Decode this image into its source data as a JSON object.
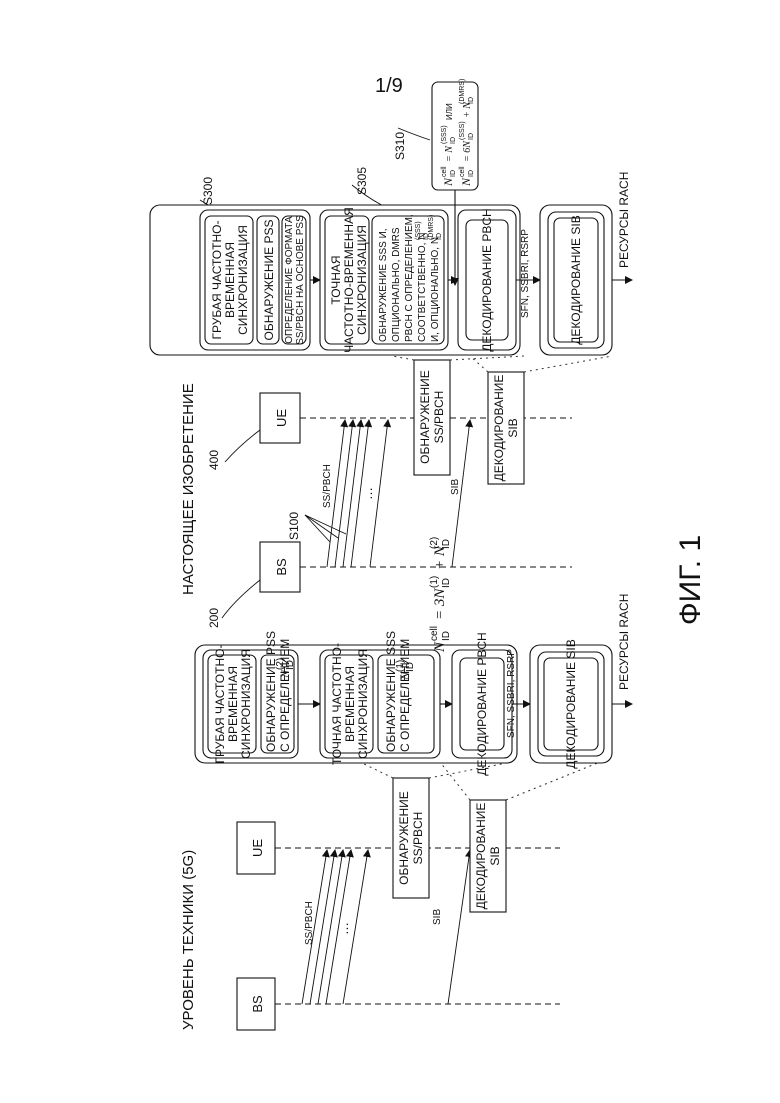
{
  "page_number": "1/9",
  "figure_label": "ФИГ. 1",
  "prior": {
    "title": "УРОВЕНЬ ТЕХНИКИ (5G)",
    "bs": "BS",
    "ue": "UE",
    "ss_pbch": "SS/PBCH",
    "dots": "…",
    "sib": "SIB",
    "detect_label": [
      "ОБНАРУЖЕНИЕ",
      "SS/PBCH"
    ],
    "decode_label": [
      "ДЕКОДИРОВАНИЕ",
      "SIB"
    ],
    "coarse": [
      "ГРУБАЯ ЧАСТОТНО-",
      "ВРЕМЕННАЯ",
      "СИНХРОНИЗАЦИЯ"
    ],
    "pss": [
      "ОБНАРУЖЕНИЕ PSS",
      "С ОПРЕДЕЛЕНИЕМ"
    ],
    "pss_math": "N",
    "pss_sup": "(2)",
    "pss_sub": "ID",
    "fine": [
      "ТОЧНАЯ ЧАСТОТНО-",
      "ВРЕМЕННАЯ",
      "СИНХРОНИЗАЦИЯ"
    ],
    "sss": [
      "ОБНАРУЖЕНИЕ SSS",
      "С ОПРЕДЕЛЕНИЕМ"
    ],
    "sss_math": "N",
    "sss_sup": "(1)",
    "sss_sub": "ID",
    "pbch": "ДЕКОДИРОВАНИЕ PBCH",
    "formula": "N",
    "formula_sup": "cell",
    "formula_sub": "ID",
    "formula_rest": "= 3N",
    "formula_rest_sup": "(1)",
    "formula_rest_sub": "ID",
    "formula_plus": "+ N",
    "formula_plus_sup": "(2)",
    "formula_plus_sub": "ID",
    "sfn": "SFN, SSBRI, RSRP",
    "sib_decode": "ДЕКОДИРОВАНИЕ SIB",
    "rach": "РЕСУРСЫ RACH"
  },
  "present": {
    "title": "НАСТОЯЩЕЕ ИЗОБРЕТЕНИЕ",
    "bs": "BS",
    "bs_ref": "200",
    "ue": "UE",
    "ue_ref": "400",
    "s100": "S100",
    "ss_pbch": "SS/PBCH",
    "dots": "…",
    "sib": "SIB",
    "detect_label": [
      "ОБНАРУЖЕНИЕ",
      "SS/PBCH"
    ],
    "decode_label": [
      "ДЕКОДИРОВАНИЕ",
      "SIB"
    ],
    "s300": "S300",
    "s305": "S305",
    "s310": "S310",
    "coarse": [
      "ГРУБАЯ ЧАСТОТНО-",
      "ВРЕМЕННАЯ",
      "СИНХРОНИЗАЦИЯ"
    ],
    "pss": "ОБНАРУЖЕНИЕ PSS",
    "format": [
      "ОПРЕДЕЛЕНИЕ ФОРМАТА",
      "SS/PBCH НА ОСНОВЕ PSS"
    ],
    "fine": [
      "ТОЧНАЯ",
      "ЧАСТОТНО-ВРЕМЕННАЯ",
      "СИНХРОНИЗАЦИЯ"
    ],
    "sss": [
      "ОБНАРУЖЕНИЕ SSS И,",
      "ОПЦИОНАЛЬНО, DMRS",
      "PBCH С ОПРЕДЕЛЕНИЕМ,",
      "СООТВЕТСТВЕННО, N",
      "И, ОПЦИОНАЛЬНО, N"
    ],
    "sss_sup1": "(SSS)",
    "sss_sub1": "ID",
    "sss_sup2": "(DMRS)",
    "sss_sub2": "ID",
    "s310_line1": "N",
    "s310_line1_sup": "cell",
    "s310_line1_sub": "ID",
    "s310_line1_rest": "= N",
    "s310_line1_rest_sup": "(SSS)",
    "s310_line1_rest_sub": "ID",
    "s310_or": "ИЛИ",
    "s310_line2": "N",
    "s310_line2_sup": "cell",
    "s310_line2_sub": "ID",
    "s310_line2_rest": "= 6N",
    "s310_line2_rest_sup": "(SSS)",
    "s310_line2_rest_sub": "ID",
    "s310_line2_plus": "+ N",
    "s310_line2_plus_sup": "(DMRS)",
    "s310_line2_plus_sub": "ID",
    "pbch": "ДЕКОДИРОВАНИЕ PBCH",
    "sfn": "SFN, SSBRI, RSRP",
    "sib_decode": "ДЕКОДИРОВАНИЕ SIB",
    "rach": "РЕСУРСЫ RACH"
  }
}
